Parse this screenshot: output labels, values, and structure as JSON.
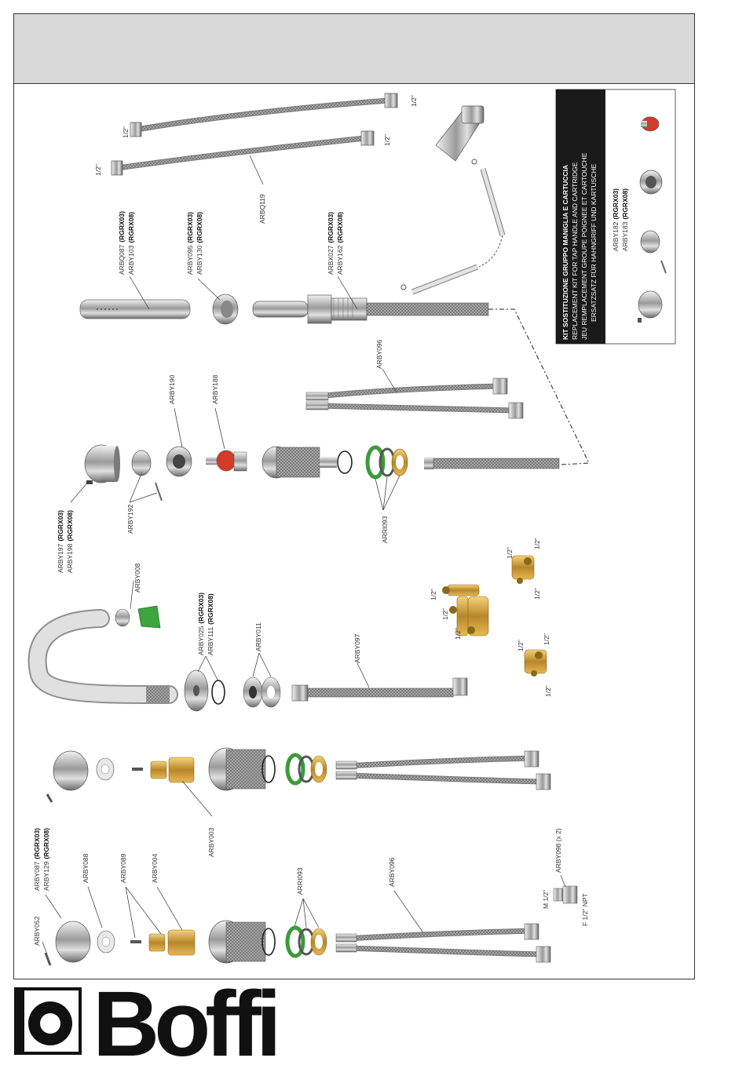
{
  "brand": {
    "name": "Boffi"
  },
  "kit_box": {
    "title": "KIT SOSTITUZIONE GRUPPO MANIGLIA E CARTUCCIA",
    "lines": [
      "REPLACEMENT KIT FOR TAP HANDLE AND CARTRIDGE",
      "JEU REMPLACEMENT GROUPE POIGNEE ET CARTOUCHE",
      "ERSATZSATZ FÜR HAHNGRIFF UND KARTUSCHE"
    ],
    "codes": [
      {
        "code": "ARBY182",
        "variant": "(RGRX03)"
      },
      {
        "code": "ARBY183",
        "variant": "(RGRX08)"
      }
    ]
  },
  "labels": {
    "arbq087": {
      "code": "ARBQ087",
      "variant": "(RGRX03)"
    },
    "arby103": {
      "code": "ARBY103",
      "variant": "(RGRX08)"
    },
    "arby095": {
      "code": "ARBY095",
      "variant": "(RGRX03)"
    },
    "arby130": {
      "code": "ARBY130",
      "variant": "(RGRX08)"
    },
    "arbx027": {
      "code": "ARBX027",
      "variant": "(RGRX03)"
    },
    "arby162": {
      "code": "ARBY162",
      "variant": "(RGRX08)"
    },
    "arbq119": "ARBQ119",
    "arby190": "ARBY190",
    "arby188": "ARBY188",
    "arby096_top": "ARBY096",
    "arby197": {
      "code": "ARBY197",
      "variant": "(RGRX03)"
    },
    "arby198": {
      "code": "ARBY198",
      "variant": "(RGRX08)"
    },
    "arby192": "ARBY192",
    "arri093_top": "ARRI093",
    "arby008": "ARBY008",
    "arby025": {
      "code": "ARBY025",
      "variant": "(RGRX03)"
    },
    "arby111": {
      "code": "ARBY111",
      "variant": "(RGRX08)"
    },
    "arby011": "ARBY011",
    "arby097": "ARBY097",
    "arby003": "ARBY003",
    "arby087": {
      "code": "ARBY087",
      "variant": "(RGRX03)"
    },
    "arby129": {
      "code": "ARBY129",
      "variant": "(RGRX08)"
    },
    "arby052": "ARBY052",
    "arby088": "ARBY088",
    "arby089": "ARBY089",
    "arby004": "ARBY004",
    "arri093_bottom": "ARRI093",
    "arby096_bottom": "ARBY096",
    "arby098": "ARBY098 (x 2)",
    "m_half": "M 1/2\"",
    "f_half_npt": "F 1/2\" NPT",
    "half_inch": "1/2\""
  }
}
